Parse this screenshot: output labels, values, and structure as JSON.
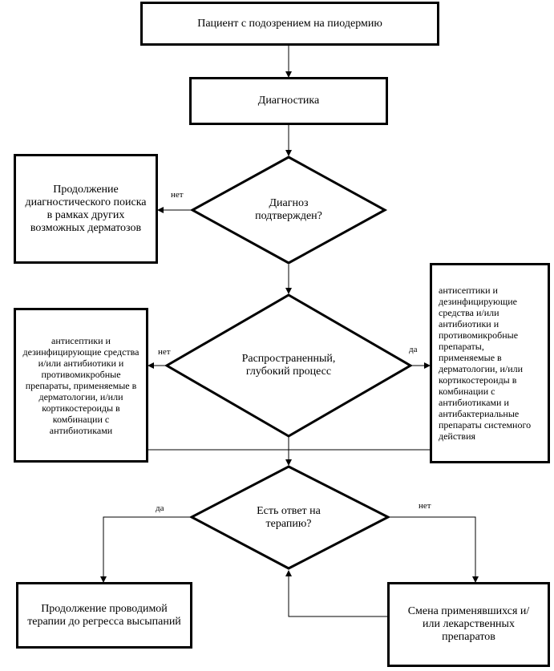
{
  "flowchart": {
    "start": "Пациент с подозрением на пиодермию",
    "diagnostics": "Диагностика",
    "decision_confirmed": "Диагноз подтвержден?",
    "continue_search": "Продолжение диагностического поиска в рамках других возможных дерматозов",
    "decision_extent": "Распространенный, глубокий процесс",
    "treatment_local": "антисептики и дезинфицирующие средства и/или антибиотики и противомикробные препараты, применяемые в дерматологии, и/или кортикостероиды в комбинации с антибиотиками",
    "treatment_systemic": "антисептики и дезинфицирующие средства и/или антибиотики и противомикробные препараты, применяемые в дерматологии, и/или кортикостероиды в комбинации с антибиотиками и антибактериальные препараты системного действия",
    "decision_response": "Есть ответ на терапию?",
    "continue_therapy": "Продолжение проводимой терапии до регресса высыпаний",
    "change_drugs": "Смена применявшихся и/или лекарственных препаратов"
  },
  "edge_labels": {
    "no_confirmed": "нет",
    "no_extent": "нет",
    "yes_extent": "да",
    "yes_response": "да",
    "no_response": "нет"
  }
}
